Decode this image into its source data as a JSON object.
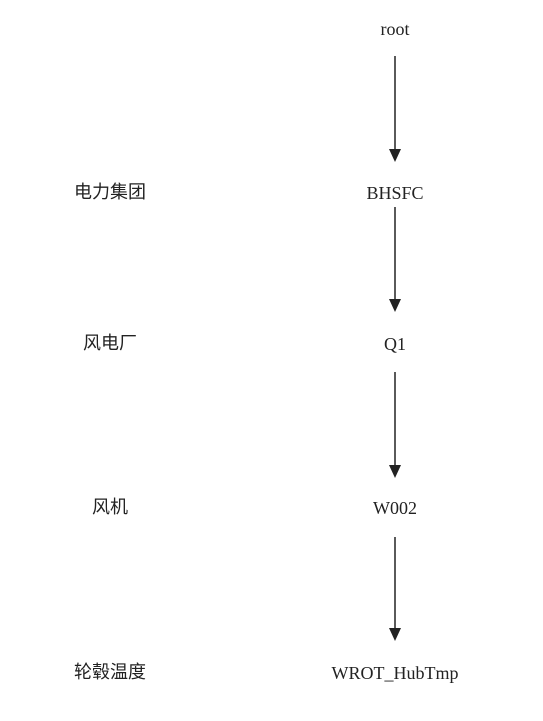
{
  "levels": [
    {
      "category": "",
      "node": "root"
    },
    {
      "category": "电力集团",
      "node": "BHSFC"
    },
    {
      "category": "风电厂",
      "node": "Q1"
    },
    {
      "category": "风机",
      "node": "W002"
    },
    {
      "category": "轮毂温度",
      "node": "WROT_HubTmp"
    }
  ],
  "colors": {
    "text": "#222222",
    "arrow": "#222222",
    "background": "#ffffff"
  }
}
